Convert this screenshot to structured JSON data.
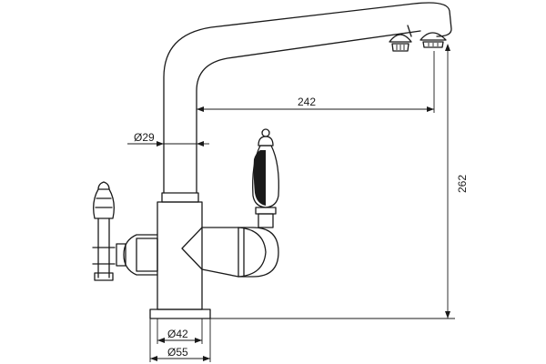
{
  "dimensions": {
    "spout_reach": "242",
    "height": "262",
    "column_diameter": "Ø29",
    "body_diameter": "Ø42",
    "base_diameter": "Ø55"
  }
}
